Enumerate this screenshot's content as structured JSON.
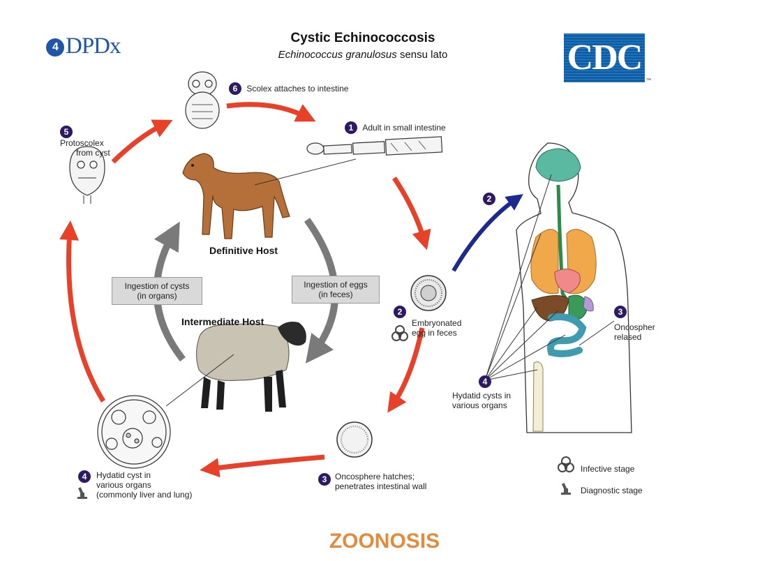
{
  "header": {
    "title": "Cystic Echinococcosis",
    "subtitle_italic": "Echinococcus granulosus",
    "subtitle_rest": " sensu lato"
  },
  "logos": {
    "dpdx_badge": "4",
    "dpdx_text": "DPDx",
    "cdc_text": "CDC",
    "cdc_tm": "™"
  },
  "stages": {
    "s1": {
      "num": "1",
      "label": "Adult in small intestine"
    },
    "s2": {
      "num": "2",
      "line1": "Embryonated",
      "line2": "egg in feces"
    },
    "s3": {
      "num": "3",
      "line1": "Oncosphere hatches;",
      "line2": "penetrates intestinal wall"
    },
    "s4": {
      "num": "4",
      "line1": "Hydatid cyst in",
      "line2": "various organs",
      "line3": "(commonly liver and lung)"
    },
    "s5": {
      "num": "5",
      "line1": "Protoscolex",
      "line2": "from cyst"
    },
    "s6": {
      "num": "6",
      "label": "Scolex attaches to intestine"
    }
  },
  "human": {
    "h2": {
      "num": "2"
    },
    "h3": {
      "num": "3",
      "line1": "Oncospher",
      "line2": "relased"
    },
    "h4": {
      "num": "4",
      "line1": "Hydatid cysts in",
      "line2": "various organs"
    }
  },
  "hosts": {
    "definitive": "Definitive Host",
    "intermediate": "Intermediate Host"
  },
  "boxes": {
    "cysts": {
      "line1": "Ingestion of cysts",
      "line2": "(in organs)"
    },
    "eggs": {
      "line1": "Ingestion of eggs",
      "line2": "(in feces)"
    }
  },
  "legend": {
    "infective": "Infective stage",
    "diagnostic": "Diagnostic stage"
  },
  "footer": {
    "zoonosis": "ZOONOSIS"
  },
  "colors": {
    "red_arrow": "#e8412a",
    "gray_arrow": "#7a7a7a",
    "blue_arrow": "#1b2a8c",
    "stage_badge": "#2d1a63",
    "dog": "#b5703a",
    "sheep_wool": "#c9c3b4",
    "zoonosis": "#e38b3c",
    "cdc_blue": "#0b5ea8",
    "dpdx_blue": "#1f56a8"
  }
}
